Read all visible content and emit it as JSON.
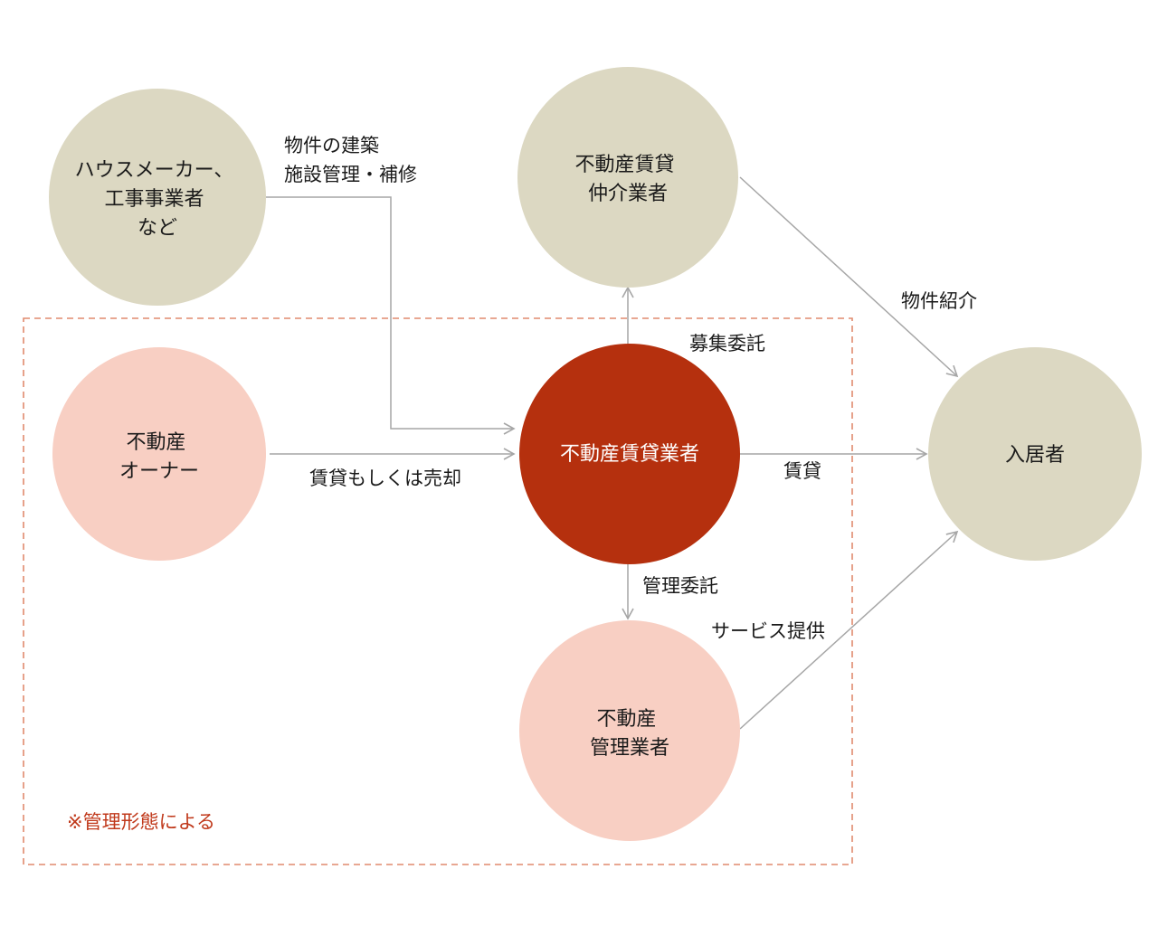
{
  "colors": {
    "beige": "#dcd8c2",
    "pink": "#f8cfc3",
    "dark_red": "#b5300e",
    "arrow_gray": "#a6a6a6",
    "dashed_border": "#e08a6e",
    "note_text": "#c0391b"
  },
  "nodes": {
    "house_maker": {
      "lines": [
        "ハウスメーカー、",
        "工事事業者",
        "など"
      ]
    },
    "broker": {
      "lines": [
        "不動産賃貸",
        "仲介業者"
      ]
    },
    "owner": {
      "lines": [
        "不動産",
        "オーナー"
      ]
    },
    "leasing": {
      "lines": [
        "不動産賃貸業者"
      ]
    },
    "resident": {
      "lines": [
        "入居者"
      ]
    },
    "manager": {
      "lines": [
        "不動産",
        "管理業者"
      ]
    }
  },
  "edges": {
    "construction": {
      "lines": [
        "物件の建築",
        "施設管理・補修"
      ]
    },
    "recruitment": {
      "lines": [
        "募集委託"
      ]
    },
    "property_intro": {
      "lines": [
        "物件紹介"
      ]
    },
    "lease_or_sale": {
      "lines": [
        "賃貸もしくは売却"
      ]
    },
    "lease": {
      "lines": [
        "賃貸"
      ]
    },
    "management": {
      "lines": [
        "管理委託"
      ]
    },
    "service": {
      "lines": [
        "サービス提供"
      ]
    }
  },
  "note": "※管理形態による"
}
